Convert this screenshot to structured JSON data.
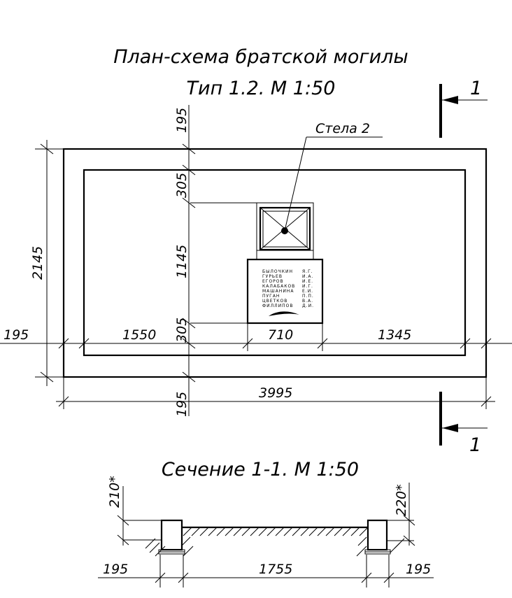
{
  "titles": {
    "plan_line1": "План-схема братской могилы",
    "plan_line2": "Тип 1.2. М 1:50",
    "section": "Сечение 1-1. М 1:50",
    "stele_label": "Стела 2",
    "section_mark_top": "1",
    "section_mark_bottom": "1"
  },
  "plan_dims": {
    "overall_width": "3995",
    "overall_height": "2145",
    "top_offset": "195",
    "bottom_offset": "195",
    "left_offset": "195",
    "inner_top": "305",
    "stele_height": "1145",
    "inner_bottom": "305",
    "left_to_stele": "1550",
    "stele_width": "710",
    "stele_to_right": "1345"
  },
  "names": [
    {
      "surname": "БЫЛОЧКИН",
      "initials": "Я.Г."
    },
    {
      "surname": "ГУРЬЕВ",
      "initials": "И.А."
    },
    {
      "surname": "ЕГОРОВ",
      "initials": "И.Е."
    },
    {
      "surname": "КАЛАБАКОВ",
      "initials": "И.Г."
    },
    {
      "surname": "МАШАНИНА",
      "initials": "Е.И."
    },
    {
      "surname": "ПУГАН",
      "initials": "П.П."
    },
    {
      "surname": "ЦВЕТКОВ",
      "initials": "В.А."
    },
    {
      "surname": "ФИЛЛИПОВ",
      "initials": "Д.И."
    }
  ],
  "section_dims": {
    "left_width": "195",
    "middle_width": "1755",
    "right_width": "195",
    "left_height": "210*",
    "right_height": "220*"
  }
}
